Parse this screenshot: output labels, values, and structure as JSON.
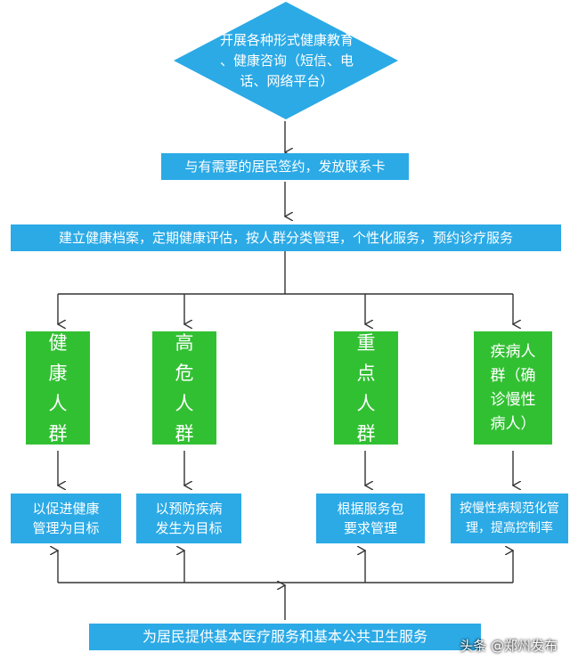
{
  "colors": {
    "blue": "#2baae6",
    "green": "#32c033",
    "line": "#333333"
  },
  "top": {
    "text": "开展各种形式健康教育\n、健康咨询（短信、电\n话、网络平台）"
  },
  "step2": {
    "text": "与有需要的居民签约，发放联系卡"
  },
  "step3": {
    "text": "建立健康档案，定期健康评估，按人群分类管理，个性化服务，预约诊疗服务"
  },
  "groups": [
    {
      "label": "健\n康\n人\n群",
      "goal": "以促进健康\n管理为目标"
    },
    {
      "label": "高\n危\n人\n群",
      "goal": "以预防疾病\n发生为目标"
    },
    {
      "label": "重\n点\n人\n群",
      "goal": "根据服务包\n要求管理"
    },
    {
      "label": "疾病人\n群（确\n诊慢性\n病人）",
      "goal": "按慢性病规范化管\n理，提高控制率"
    }
  ],
  "bottom": {
    "text": "为居民提供基本医疗服务和基本公共卫生服务"
  },
  "watermark": {
    "text": "头条 @郑州发布"
  }
}
